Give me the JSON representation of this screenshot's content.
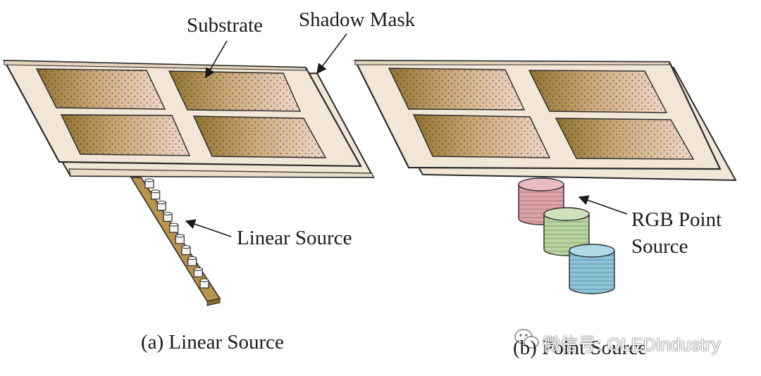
{
  "labels": {
    "substrate": "Substrate",
    "shadow_mask": "Shadow Mask",
    "linear_source": "Linear Source",
    "rgb_point_source_line1": "RGB Point",
    "rgb_point_source_line2": "Source"
  },
  "captions": {
    "a": "(a) Linear Source",
    "b": "(b) Point Source"
  },
  "watermark": {
    "text": "微信号: OLEDindustry",
    "icon": "wechat-icon"
  },
  "colors": {
    "plate": "#f2e6d6",
    "plate_edge": "#2a2a2a",
    "panel_dark": "#8f7330",
    "panel_light": "#f0d7c8",
    "rail": "#b8954a",
    "red_cyl": "#dca4a8",
    "green_cyl": "#b9d4a0",
    "blue_cyl": "#8cc3d6"
  }
}
